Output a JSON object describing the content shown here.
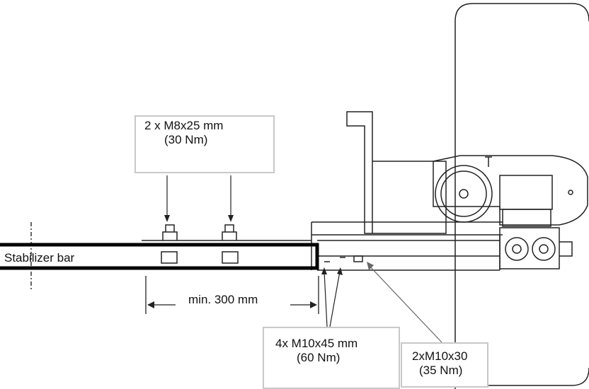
{
  "labels": {
    "stabilizer_bar": "Stabilizer bar",
    "min_distance": "min. 300 mm"
  },
  "callouts": {
    "m8": {
      "line1": "2 x M8x25 mm",
      "line2": "(30 Nm)"
    },
    "m10x45": {
      "line1": "4x M10x45 mm",
      "line2": "(60 Nm)"
    },
    "m10x30": {
      "line1": "2xM10x30",
      "line2": "(35 Nm)"
    }
  },
  "colors": {
    "line": "#222222",
    "callout_border": "#c8c8c8",
    "panel": "#ffffff"
  }
}
